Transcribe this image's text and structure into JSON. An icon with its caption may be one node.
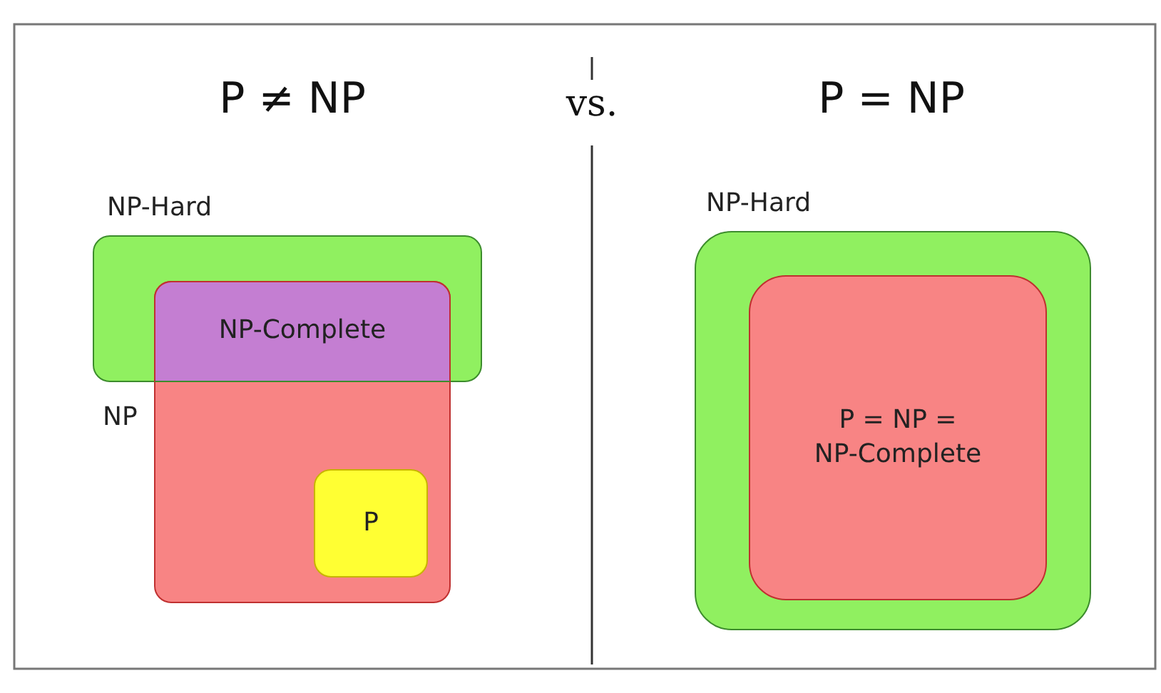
{
  "diagram": {
    "nodes": [
      {
        "text": [
          "NP-Hard"
        ]
      },
      {
        "text": [
          "NP"
        ]
      },
      {
        "text": [
          "NP-Complete"
        ]
      },
      {
        "text": [
          "P"
        ],
        "in": 1
      },
      {
        "text": [
          "NP-Hard"
        ]
      },
      {
        "text": [
          "P = NP = NP-Complete"
        ],
        "in": 4
      }
    ],
    "edges": [],
    "labels": [
      "P ≠ NP",
      "vs.",
      "P = NP"
    ]
  }
}
